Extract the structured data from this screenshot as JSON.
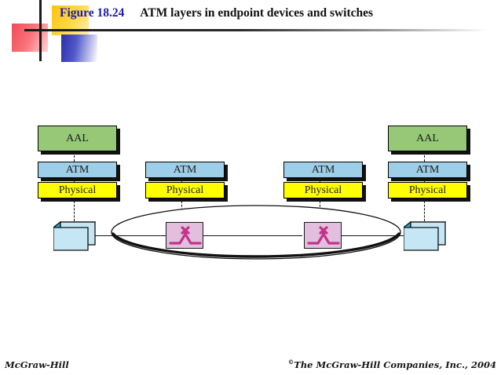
{
  "slide": {
    "figure_number": "Figure 18.24",
    "figure_title": "ATM layers in endpoint devices and switches",
    "accent_color": "#1b1bb5",
    "decoration": {
      "yellow_swatch": "#ffc20e",
      "red_swatch": "#f04b55",
      "blue_swatch": "#2d2fa8",
      "crosshair_color": "#1a1a1a"
    }
  },
  "diagram": {
    "layer_colors": {
      "aal": "#96c878",
      "atm": "#9ecfe8",
      "physical": "#ffff00",
      "switch": "#e3bfde",
      "switch_glyph": "#c2348b",
      "device_front": "#c5e7f5",
      "device_top": "#2aa8cf"
    },
    "stacks": [
      {
        "id": "left-endpoint",
        "kind": "endpoint-device",
        "layers": [
          {
            "label": "AAL",
            "style": "aal"
          },
          {
            "label": "ATM",
            "style": "atm"
          },
          {
            "label": "Physical",
            "style": "physical"
          }
        ]
      },
      {
        "id": "left-switch",
        "kind": "switch",
        "layers": [
          {
            "label": "ATM",
            "style": "atm"
          },
          {
            "label": "Physical",
            "style": "physical"
          }
        ]
      },
      {
        "id": "right-switch",
        "kind": "switch",
        "layers": [
          {
            "label": "ATM",
            "style": "atm"
          },
          {
            "label": "Physical",
            "style": "physical"
          }
        ]
      },
      {
        "id": "right-endpoint",
        "kind": "endpoint-device",
        "layers": [
          {
            "label": "AAL",
            "style": "aal"
          },
          {
            "label": "ATM",
            "style": "atm"
          },
          {
            "label": "Physical",
            "style": "physical"
          }
        ]
      }
    ],
    "network_cloud": {
      "shape": "ellipse",
      "label": ""
    },
    "icons": {
      "switch": "atm-switch-icon",
      "endpoint": "endpoint-device-icon"
    }
  },
  "footer": {
    "left": "McGraw-Hill",
    "right": "The McGraw-Hill Companies, Inc., 2004",
    "copyright_symbol": "©"
  }
}
